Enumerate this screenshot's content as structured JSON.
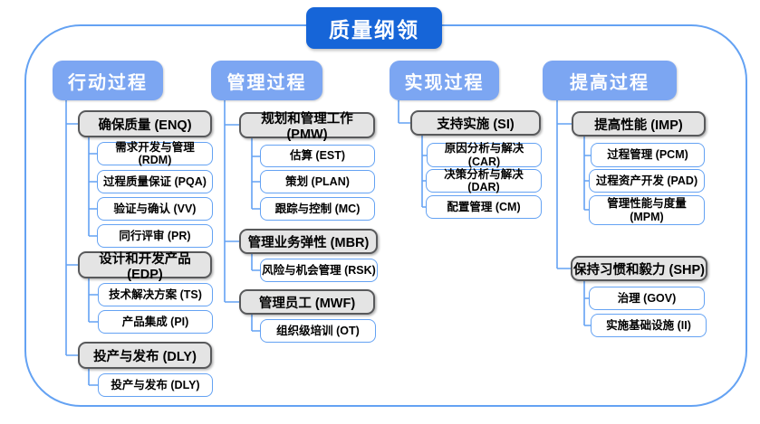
{
  "title": "质量纲领",
  "colors": {
    "title_bg": "#1665d8",
    "column_header_bg": "#7ca6f2",
    "group_fill": "#e4e4e4",
    "group_border": "#58595b",
    "leaf_border": "#64a2f3",
    "connector": "#64a2f3",
    "outer_border": "#64a2f3"
  },
  "columns": [
    {
      "header": "行动过程",
      "groups": [
        {
          "label": "确保质量 (ENQ)",
          "children": [
            "需求开发与管理 (RDM)",
            "过程质量保证 (PQA)",
            "验证与确认 (VV)",
            "同行评审 (PR)"
          ]
        },
        {
          "label": "设计和开发产品 (EDP)",
          "children": [
            "技术解决方案 (TS)",
            "产品集成 (PI)"
          ]
        },
        {
          "label": "投产与发布 (DLY)",
          "children": [
            "投产与发布 (DLY)"
          ]
        }
      ]
    },
    {
      "header": "管理过程",
      "groups": [
        {
          "label": "规划和管理工作 (PMW)",
          "children": [
            "估算 (EST)",
            "策划 (PLAN)",
            "跟踪与控制 (MC)"
          ]
        },
        {
          "label": "管理业务弹性 (MBR)",
          "children": [
            "风险与机会管理 (RSK)"
          ]
        },
        {
          "label": "管理员工 (MWF)",
          "children": [
            "组织级培训 (OT)"
          ]
        }
      ]
    },
    {
      "header": "实现过程",
      "groups": [
        {
          "label": "支持实施 (SI)",
          "children": [
            "原因分析与解决 (CAR)",
            "决策分析与解决 (DAR)",
            "配置管理 (CM)"
          ]
        }
      ]
    },
    {
      "header": "提高过程",
      "groups": [
        {
          "label": "提高性能 (IMP)",
          "children": [
            "过程管理 (PCM)",
            "过程资产开发 (PAD)",
            "管理性能与度量\n(MPM)"
          ]
        },
        {
          "label": "保持习惯和毅力 (SHP)",
          "children": [
            "治理 (GOV)",
            "实施基础设施 (II)"
          ]
        }
      ]
    }
  ]
}
